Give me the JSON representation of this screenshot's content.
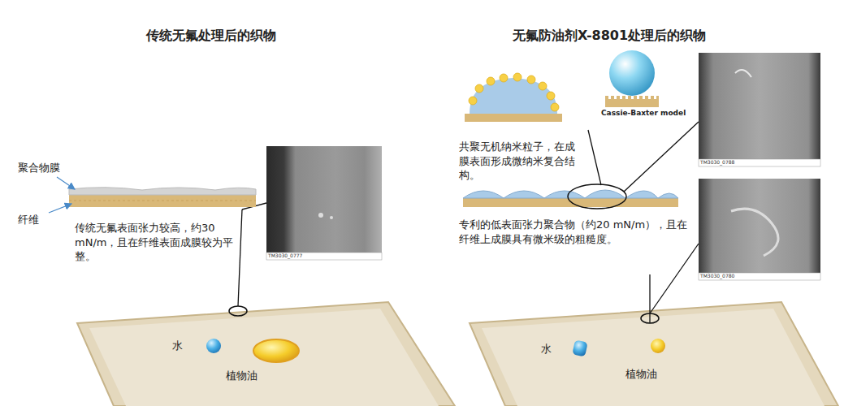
{
  "diagram": {
    "labels": [
      "传统无氟处理后的织物",
      "无氟防油剂X-8801处理后的织物",
      "聚合物膜",
      "纤维",
      "传统无氟表面张力较高，约30 mN/m，且在纤维表面成膜较为平整。",
      "TM3030_0777",
      "水",
      "植物油",
      "Cassie-Baxter model",
      "共聚无机纳米粒子，在成膜表面形成微纳米复合结构。",
      "专利的低表面张力聚合物（约20 mN/m），且在纤维上成膜具有微米级的粗糙度。",
      "TM3030_0788",
      "TM3030_0780",
      "水",
      "植物油"
    ]
  }
}
